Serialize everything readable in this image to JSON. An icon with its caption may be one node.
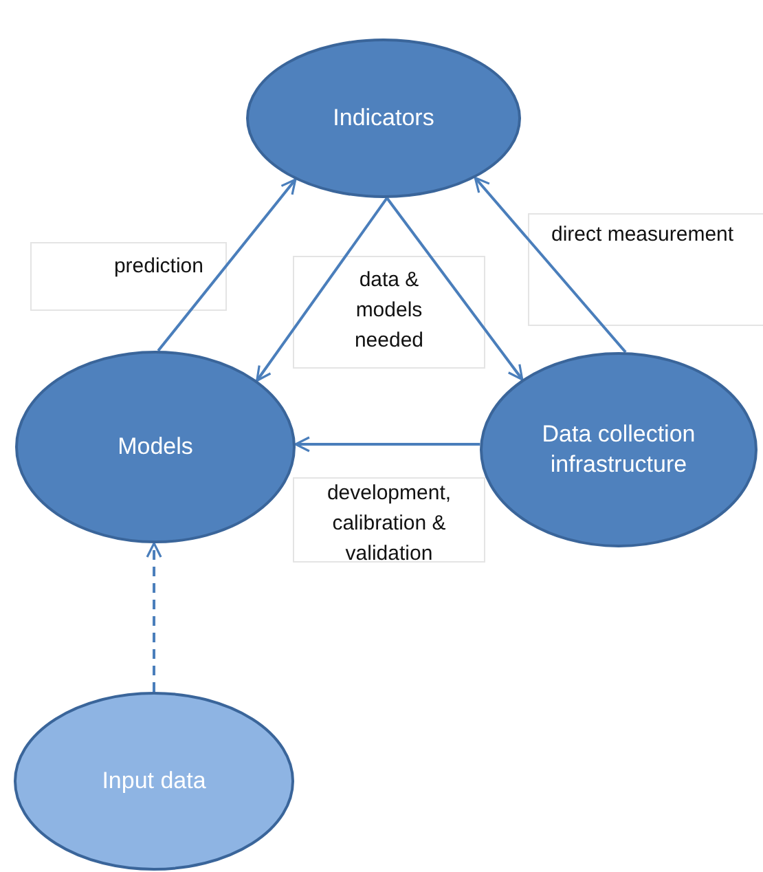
{
  "diagram": {
    "nodes": [
      {
        "text": [
          "Indicators"
        ]
      },
      {
        "text": [
          "Models"
        ]
      },
      {
        "text": [
          "Data collection infrastructure"
        ]
      },
      {
        "text": [
          "Input data"
        ]
      }
    ],
    "edges": [
      {
        "from": 1,
        "to": 0,
        "arrow": "to",
        "label": "prediction"
      },
      {
        "from": 0,
        "to": 1,
        "arrow": "to",
        "label": "data & models needed"
      },
      {
        "from": 0,
        "to": 2,
        "arrow": "to"
      },
      {
        "from": 2,
        "to": 0,
        "arrow": "to",
        "label": "direct measurement"
      },
      {
        "from": 2,
        "to": 1,
        "arrow": "to",
        "label": "development, calibration & validation"
      },
      {
        "from": 3,
        "to": 1,
        "arrow": "to",
        "style": "dashed"
      }
    ]
  }
}
